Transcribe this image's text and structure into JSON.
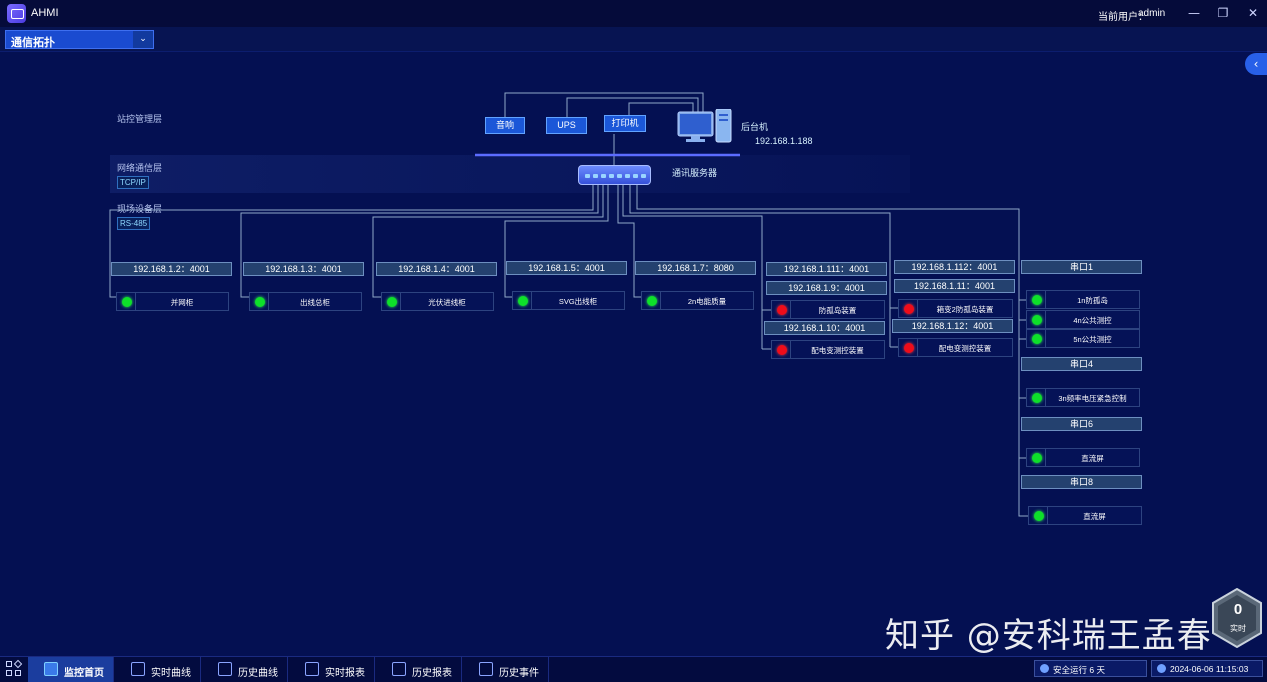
{
  "titlebar": {
    "app_name": "AHMI",
    "current_user_label": "当前用户：",
    "current_user": "admin",
    "minimize": "—",
    "restore": "❐",
    "close": "✕"
  },
  "view_selector": {
    "selected": "通信拓扑",
    "arrow": "⌄"
  },
  "side_toggle": "‹",
  "layers": {
    "station": "站控管理层",
    "network": "网络通信层",
    "network_protocol": "TCP/IP",
    "field": "现场设备层",
    "field_protocol": "RS-485"
  },
  "top_devices": {
    "audio": "音响",
    "ups": "UPS",
    "printer": "打印机",
    "host_label": "后台机",
    "host_ip": "192.168.1.188",
    "comm_server": "通讯服务器"
  },
  "columns": [
    {
      "ip": "192.168.1.2：4001",
      "device": "并网柜",
      "status": "green"
    },
    {
      "ip": "192.168.1.3：4001",
      "device": "出线总柜",
      "status": "green"
    },
    {
      "ip": "192.168.1.4：4001",
      "device": "光伏进线柜",
      "status": "green"
    },
    {
      "ip": "192.168.1.5：4001",
      "device": "SVG出线柜",
      "status": "green"
    },
    {
      "ip": "192.168.1.7：8080",
      "device": "2n电能质量",
      "status": "green"
    }
  ],
  "column6": {
    "ip_a": "192.168.1.111：4001",
    "ip_b": "192.168.1.9：4001",
    "device_a": "防孤岛装置",
    "ip_c": "192.168.1.10：4001",
    "device_b": "配电变测控装置"
  },
  "column7": {
    "ip_a": "192.168.1.112：4001",
    "ip_b": "192.168.1.11：4001",
    "device_a": "箱变2防孤岛装置",
    "ip_c": "192.168.1.12：4001",
    "device_b": "配电变测控装置"
  },
  "column8": {
    "port1": "串口1",
    "port1_devices": [
      "1n防孤岛",
      "4n公共测控",
      "5n公共测控"
    ],
    "port4": "串口4",
    "port4_device": "3n频率电压紧急控制",
    "port6": "串口6",
    "port6_device": "直流屏",
    "port8": "串口8",
    "port8_device": "直流屏"
  },
  "watermark": "知乎 @安科瑞王孟春",
  "gauge": {
    "value": "0",
    "label": "实时"
  },
  "bottom_nav": [
    {
      "label": "监控首页",
      "active": true
    },
    {
      "label": "实时曲线",
      "active": false
    },
    {
      "label": "历史曲线",
      "active": false
    },
    {
      "label": "实时报表",
      "active": false
    },
    {
      "label": "历史报表",
      "active": false
    },
    {
      "label": "历史事件",
      "active": false
    }
  ],
  "status": {
    "uptime": "安全运行 6 天",
    "datetime": "2024-06-06 11:15:03"
  },
  "colors": {
    "background": "#041052",
    "accent": "#1b57d8",
    "status_ok": "#0ee02a",
    "status_alarm": "#ee0c1a",
    "line": "#8fa9c8"
  }
}
